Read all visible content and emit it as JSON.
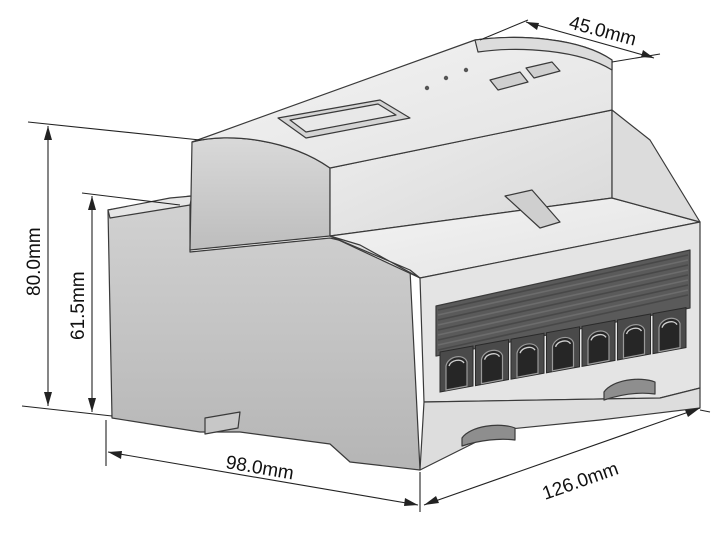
{
  "dimensions": {
    "height_total": "80.0mm",
    "height_body": "61.5mm",
    "width": "98.0mm",
    "depth": "126.0mm",
    "top_module": "45.0mm"
  },
  "terminal_count": 7,
  "colors": {
    "body_light": "#e9e9e9",
    "body_mid": "#d6d6d6",
    "body_dark": "#a9a9a9",
    "terminal_strip": "#5a5a5a",
    "terminal_slot": "#2e2e2e",
    "dimension_line": "#222222"
  }
}
